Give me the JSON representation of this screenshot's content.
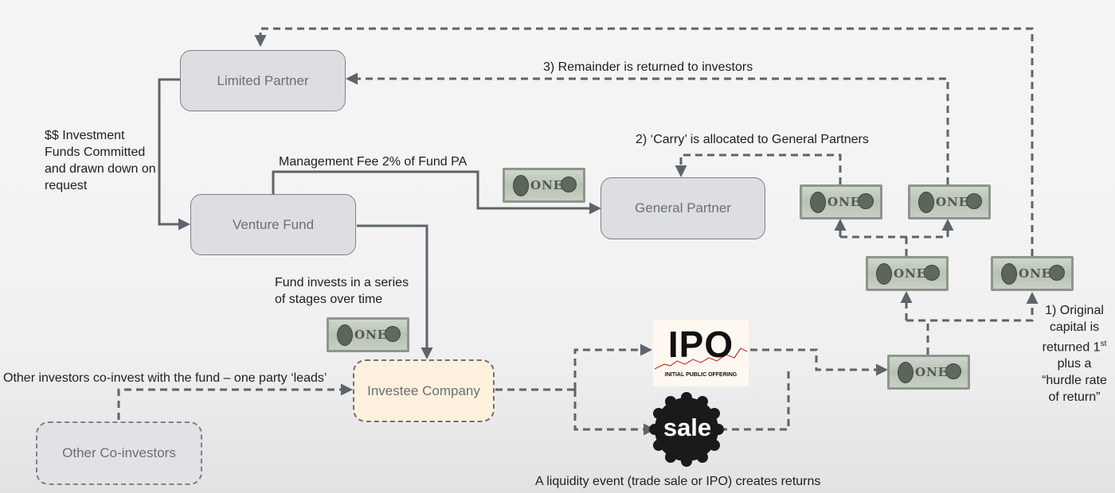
{
  "nodes": {
    "limited_partner": "Limited Partner",
    "venture_fund": "Venture Fund",
    "general_partner": "General Partner",
    "investee_company": "Investee Company",
    "other_coinvestors": "Other Co-investors"
  },
  "labels": {
    "investment_funds": "$$ Investment Funds Committed and drawn down on request",
    "management_fee": "Management Fee 2% of Fund PA",
    "remainder": "3) Remainder is returned to investors",
    "carry": "2) ‘Carry’ is allocated to General Partners",
    "fund_invests": "Fund invests in a series of stages over time",
    "co_invest": "Other investors co-invest with the fund – one party ‘leads’",
    "liquidity_event": "A liquidity event (trade sale or IPO) creates returns",
    "original_capital_1": "1) Original capital is returned 1",
    "original_capital_sup": "st",
    "original_capital_2": " plus a “hurdle rate of return”"
  },
  "ipo": {
    "title": "IPO",
    "subtitle": "INITIAL PUBLIC OFFERING"
  },
  "sale": {
    "label": "sale"
  },
  "bill": {
    "text": "ONE"
  },
  "colors": {
    "arrow": "#5d646b",
    "box_fill": "#dcdee2",
    "investee_fill": "#fdf0dd",
    "sale_badge": "#1a1a1a"
  }
}
